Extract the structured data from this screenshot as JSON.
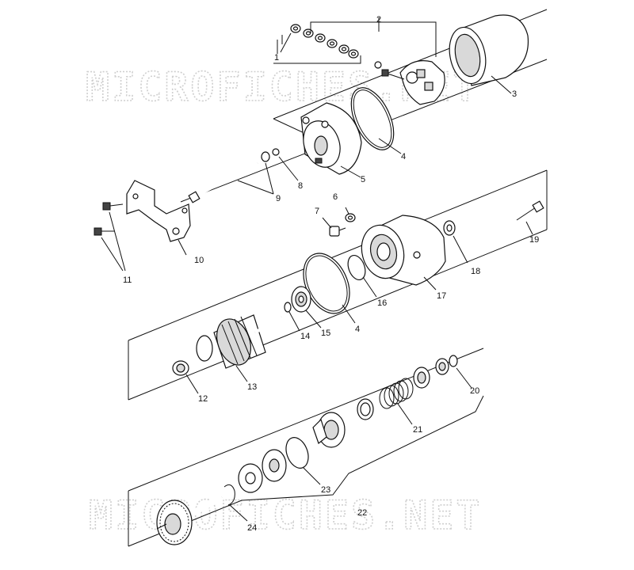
{
  "watermark": {
    "text": "MICROFICHES.NET",
    "color": "#cfcfcf"
  },
  "callouts": {
    "c1": "1",
    "c2": "2",
    "c3": "3",
    "c4a": "4",
    "c4b": "4",
    "c5": "5",
    "c6": "6",
    "c7": "7",
    "c8": "8",
    "c9": "9",
    "c10": "10",
    "c11": "11",
    "c12": "12",
    "c13": "13",
    "c14": "14",
    "c15": "15",
    "c16": "16",
    "c17": "17",
    "c18": "18",
    "c19": "19",
    "c20": "20",
    "c21": "21",
    "c22": "22",
    "c23": "23",
    "c24": "24"
  },
  "parts": [
    {
      "id": "1",
      "icon": "nut-icon"
    },
    {
      "id": "2",
      "icon": "brush-holder-kit-icon"
    },
    {
      "id": "3",
      "icon": "yoke-housing-icon"
    },
    {
      "id": "4",
      "icon": "o-ring-icon"
    },
    {
      "id": "5",
      "icon": "end-cover-icon"
    },
    {
      "id": "6",
      "icon": "nut-icon"
    },
    {
      "id": "7",
      "icon": "bolt-icon"
    },
    {
      "id": "8",
      "icon": "o-ring-icon"
    },
    {
      "id": "9",
      "icon": "through-bolt-icon"
    },
    {
      "id": "10",
      "icon": "bracket-icon"
    },
    {
      "id": "11",
      "icon": "bolt-icon"
    },
    {
      "id": "12",
      "icon": "bushing-icon"
    },
    {
      "id": "13",
      "icon": "armature-icon"
    },
    {
      "id": "14",
      "icon": "washer-icon"
    },
    {
      "id": "15",
      "icon": "bearing-icon"
    },
    {
      "id": "16",
      "icon": "o-ring-icon"
    },
    {
      "id": "17",
      "icon": "gear-housing-icon"
    },
    {
      "id": "18",
      "icon": "washer-icon"
    },
    {
      "id": "19",
      "icon": "bolt-icon"
    },
    {
      "id": "20",
      "icon": "snap-ring-icon"
    },
    {
      "id": "21",
      "icon": "spring-icon"
    },
    {
      "id": "22",
      "icon": "drive-assembly-icon"
    },
    {
      "id": "23",
      "icon": "o-ring-icon"
    },
    {
      "id": "24",
      "icon": "snap-ring-icon"
    }
  ]
}
